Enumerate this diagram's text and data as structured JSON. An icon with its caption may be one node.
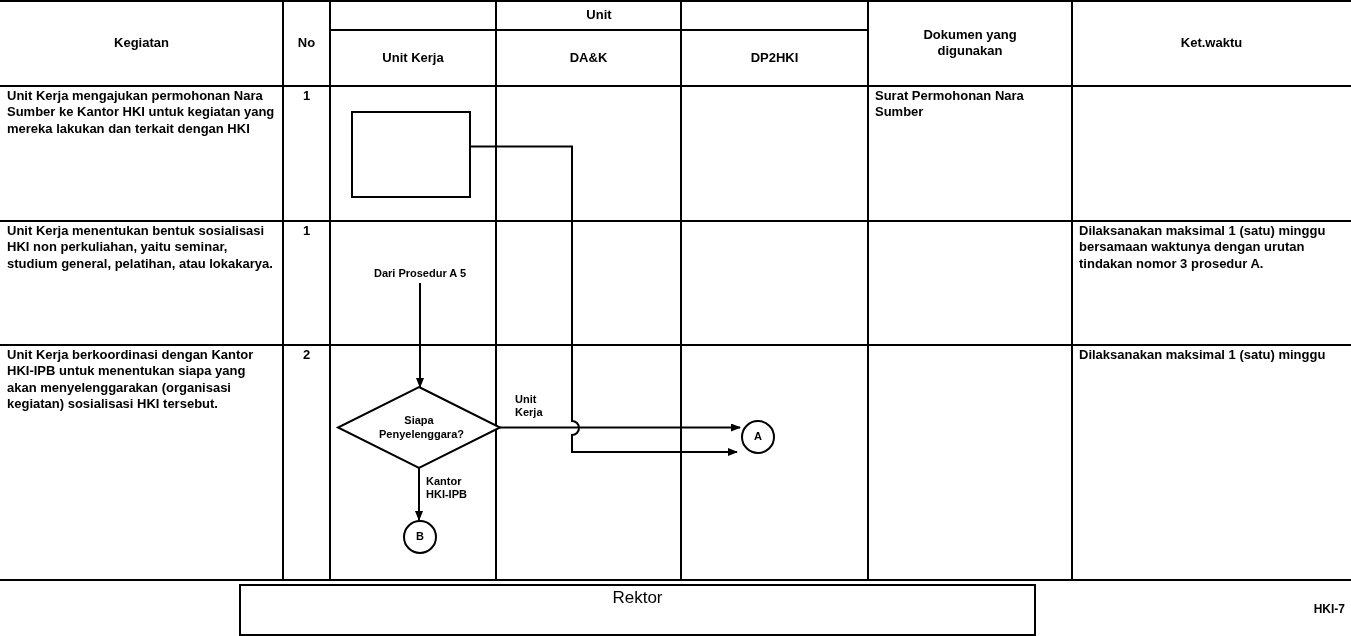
{
  "diagram": {
    "nodes": [
      {
        "text": [],
        "shape": "box"
      },
      {
        "text": [
          "Dari Prosedur A 5"
        ]
      },
      {
        "text": [
          "Siapa Penyelenggara?"
        ]
      },
      {
        "text": [
          "A"
        ]
      },
      {
        "text": [
          "B"
        ]
      },
      {
        "text": [
          "Rektor"
        ]
      }
    ],
    "edges": [
      {
        "from": 1,
        "to": 2,
        "arrow": "to"
      },
      {
        "from": 2,
        "to": 3,
        "arrow": "to",
        "label": "Unit Kerja"
      },
      {
        "from": 2,
        "to": 4,
        "arrow": "to",
        "label": "Kantor HKI-IPB"
      },
      {
        "from": 0,
        "to": 3,
        "arrow": "to"
      }
    ],
    "labels": [
      "Kegiatan",
      "No",
      "Unit",
      "Unit Kerja",
      "DA&K",
      "DP2HKI",
      "Dokumen yang digunakan",
      "Ket.waktu",
      "Unit Kerja mengajukan permohonan Nara Sumber ke Kantor HKI untuk kegiatan yang mereka lakukan dan terkait dengan HKI",
      "1",
      "Surat Permohonan Nara Sumber",
      "Unit Kerja menentukan bentuk sosialisasi HKI non perkuliahan, yaitu seminar, studium general, pelatihan, atau lokakarya.",
      "1",
      "Dilaksanakan maksimal 1 (satu) minggu bersamaan waktunya dengan urutan tindakan nomor 3 prosedur A.",
      "Unit Kerja berkoordinasi dengan Kantor HKI-IPB untuk menentukan siapa yang akan menyelenggarakan (organisasi kegiatan) sosialisasi HKI tersebut.",
      "2",
      "Dilaksanakan maksimal 1 (satu) minggu",
      "HKI-7"
    ]
  }
}
